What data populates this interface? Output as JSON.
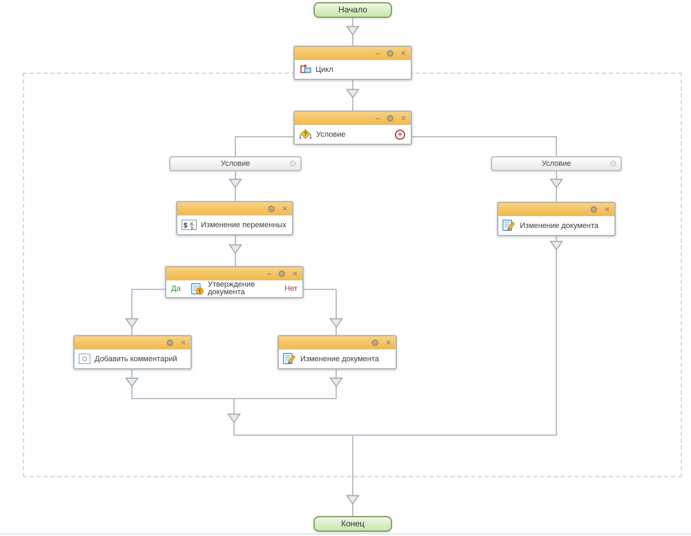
{
  "icons": {
    "gear": "⚙",
    "close": "×",
    "minimize": "–",
    "plus": "+",
    "question": "?",
    "exclamation": "!",
    "dollar": "$",
    "var_a": "a",
    "var_b": "b"
  },
  "colors": {
    "header_orange": "#f5c364",
    "start_end_green_fill": "#d5ecbc",
    "start_end_green_border": "#84a667",
    "connector_gray_blue": "#b9c3cd",
    "yes_green": "#2f8c2f",
    "no_red": "#9c4040",
    "dashed_boundary": "#d9d9d9",
    "plus_button_red": "#b3504c"
  },
  "nodes": {
    "start": {
      "label": "Начало"
    },
    "loop": {
      "title": "Цикл"
    },
    "condition": {
      "title": "Условие"
    },
    "branch_left": {
      "label": "Условие"
    },
    "branch_right": {
      "label": "Условие"
    },
    "change_vars": {
      "title": "Изменение переменных"
    },
    "approve": {
      "title": "Утверждение документа",
      "yes_label": "Да",
      "no_label": "Нет"
    },
    "add_comment": {
      "title": "Добавить комментарий"
    },
    "change_doc_mid": {
      "title": "Изменение документа"
    },
    "change_doc_right": {
      "title": "Изменение документа"
    },
    "end": {
      "label": "Конец"
    }
  }
}
